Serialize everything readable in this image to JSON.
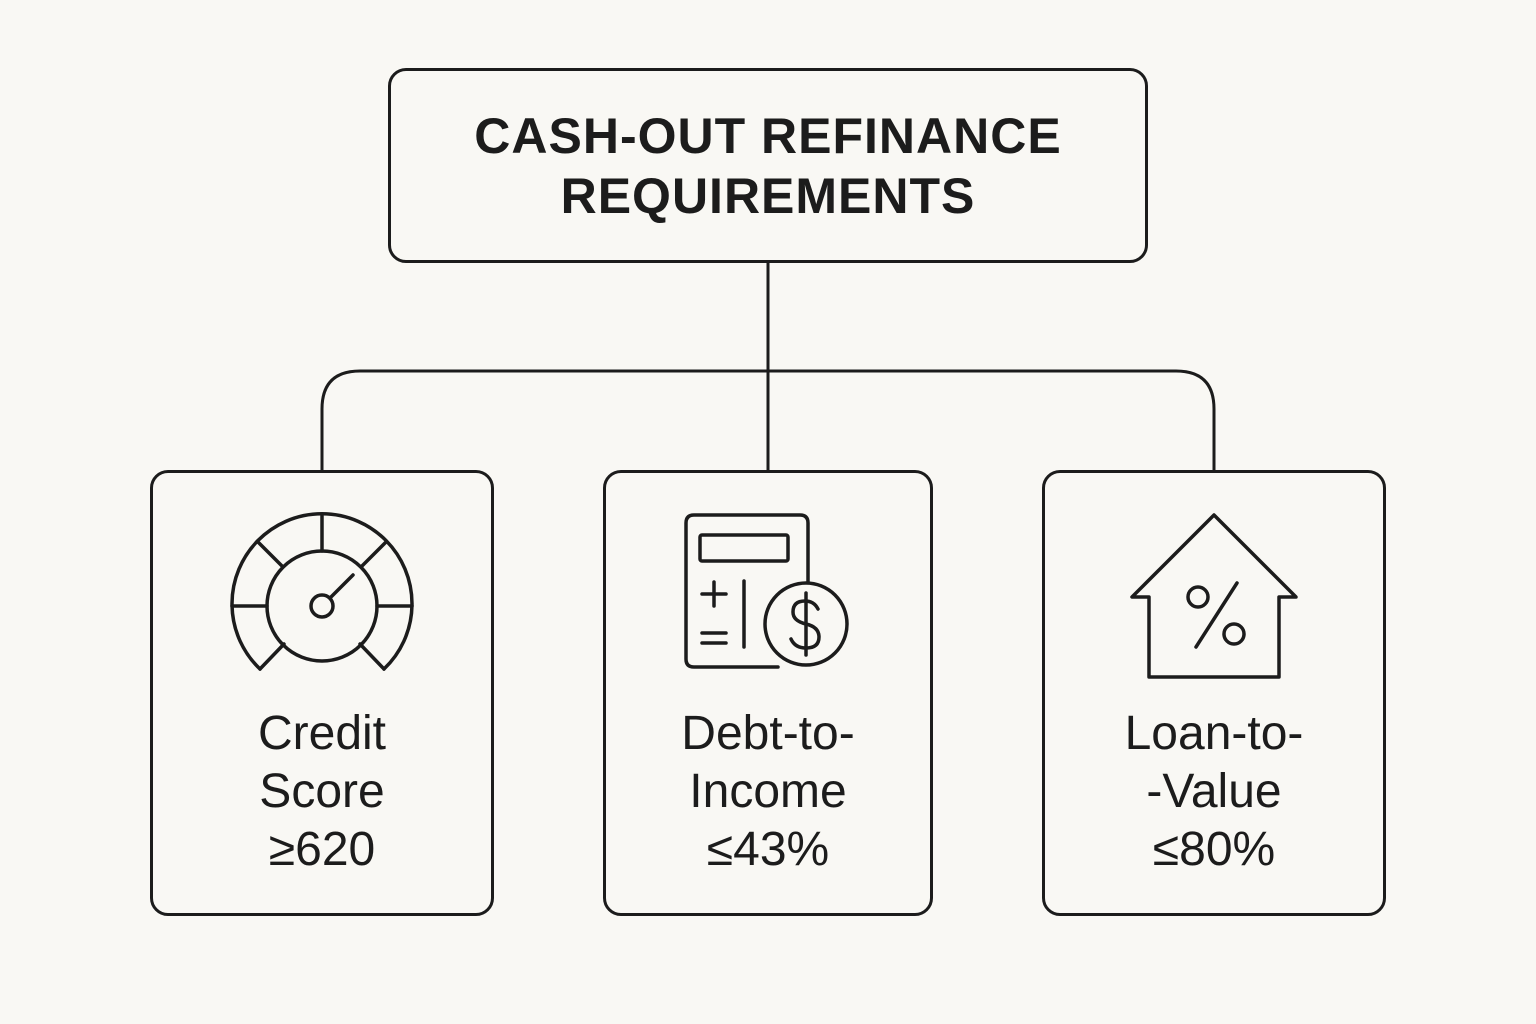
{
  "title": {
    "line1": "CASH-OUT REFINANCE",
    "line2": "REQUIREMENTS"
  },
  "cards": [
    {
      "icon": "gauge-icon",
      "line1": "Credit",
      "line2": "Score",
      "line3": "≥620"
    },
    {
      "icon": "calculator-dollar-icon",
      "line1": "Debt-to-",
      "line2": "Income",
      "line3": "≤43%"
    },
    {
      "icon": "house-percent-icon",
      "line1": "Loan-to-",
      "line2": "-Value",
      "line3": "≤80%"
    }
  ],
  "colors": {
    "background": "#f9f8f4",
    "stroke": "#1c1c1c"
  }
}
